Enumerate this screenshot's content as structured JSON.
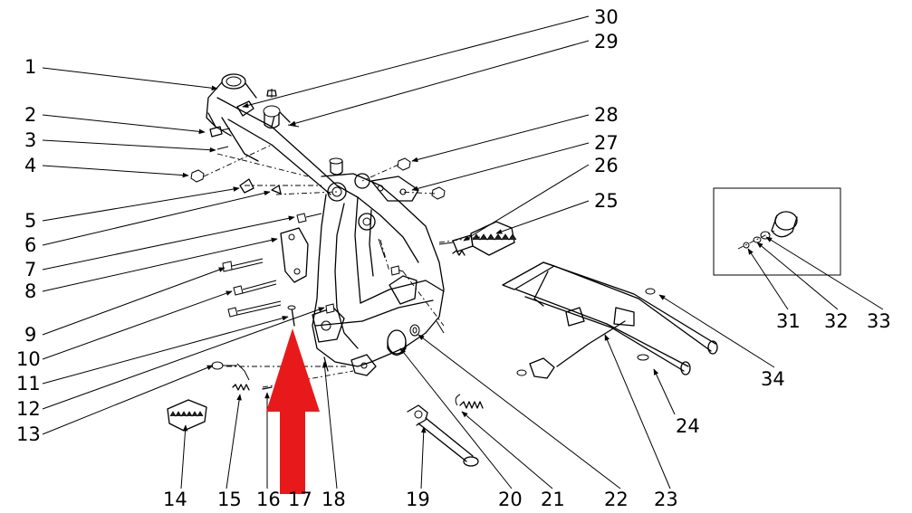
{
  "diagram": {
    "labels": [
      "1",
      "2",
      "3",
      "4",
      "5",
      "6",
      "7",
      "8",
      "9",
      "10",
      "11",
      "12",
      "13",
      "14",
      "15",
      "16",
      "17",
      "18",
      "19",
      "20",
      "21",
      "22",
      "23",
      "24",
      "25",
      "26",
      "27",
      "28",
      "29",
      "30",
      "31",
      "32",
      "33",
      "34"
    ],
    "arrow_color": "#e8191b",
    "line_color": "#000000",
    "background": "#ffffff"
  }
}
